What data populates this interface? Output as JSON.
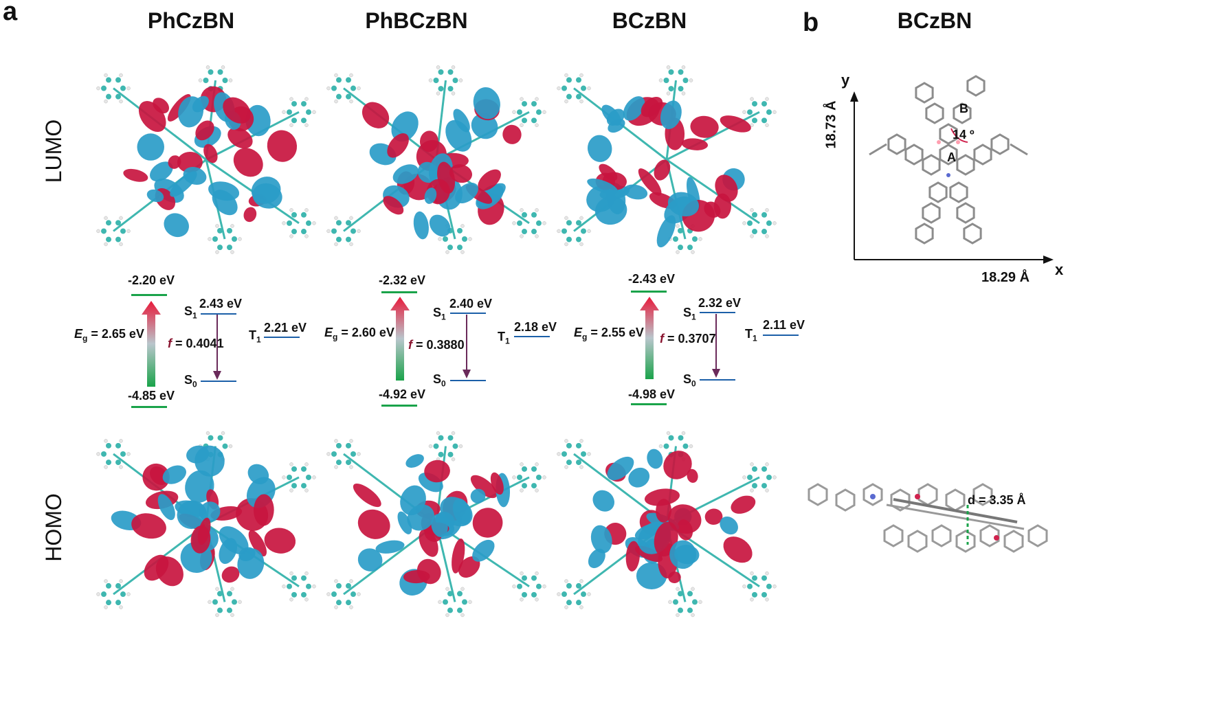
{
  "panels": {
    "a": "a",
    "b": "b"
  },
  "rows": {
    "lumo": "LUMO",
    "homo": "HOMO"
  },
  "colors": {
    "orbital_positive": "#c8153f",
    "orbital_negative": "#2a9cc8",
    "atom_carbon": "#3fb7b0",
    "atom_hydrogen": "#e6e6e6",
    "homo_lumo_line": "#1aa34a",
    "state_line": "#1b5fa8",
    "emission_arrow": "#6a2a5a",
    "gradient_top": "#e8193a",
    "gradient_bottom": "#1aa34a"
  },
  "molecules": [
    {
      "name": "PhCzBN",
      "lumo": "-2.20 eV",
      "homo": "-4.85 eV",
      "eg_symbol": "E",
      "eg_sub": "g",
      "eg_value": "= 2.65 eV",
      "f_symbol": "f",
      "f_value": "= 0.4041",
      "s1_symbol": "S",
      "s1_sub": "1",
      "s1_value": "2.43 eV",
      "t1_symbol": "T",
      "t1_sub": "1",
      "t1_value": "2.21 eV",
      "s0_symbol": "S",
      "s0_sub": "0"
    },
    {
      "name": "PhBCzBN",
      "lumo": "-2.32 eV",
      "homo": "-4.92 eV",
      "eg_symbol": "E",
      "eg_sub": "g",
      "eg_value": "= 2.60 eV",
      "f_symbol": "f",
      "f_value": "= 0.3880",
      "s1_symbol": "S",
      "s1_sub": "1",
      "s1_value": "2.40 eV",
      "t1_symbol": "T",
      "t1_sub": "1",
      "t1_value": "2.18 eV",
      "s0_symbol": "S",
      "s0_sub": "0"
    },
    {
      "name": "BCzBN",
      "lumo": "-2.43 eV",
      "homo": "-4.98 eV",
      "eg_symbol": "E",
      "eg_sub": "g",
      "eg_value": "= 2.55 eV",
      "f_symbol": "f",
      "f_value": "= 0.3707",
      "s1_symbol": "S",
      "s1_sub": "1",
      "s1_value": "2.32 eV",
      "t1_symbol": "T",
      "t1_sub": "1",
      "t1_value": "2.11 eV",
      "s0_symbol": "S",
      "s0_sub": "0"
    }
  ],
  "panel_b": {
    "title": "BCzBN",
    "y_axis": "y",
    "x_axis": "x",
    "y_dim": "18.73 Å",
    "x_dim": "18.29 Å",
    "ring_a": "A",
    "ring_b": "B",
    "angle": "14 º",
    "distance": "d = 3.35 Å"
  }
}
